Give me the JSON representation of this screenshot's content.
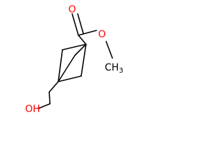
{
  "molecule": {
    "labels": {
      "carbonyl_oxygen": "O",
      "ester_oxygen": "O",
      "methyl": "CH",
      "methyl_subscript": "3",
      "hydroxyl": "OH"
    },
    "colors": {
      "bond": "#000000",
      "oxygen": "#ff0000",
      "carbon_label": "#000000"
    }
  }
}
